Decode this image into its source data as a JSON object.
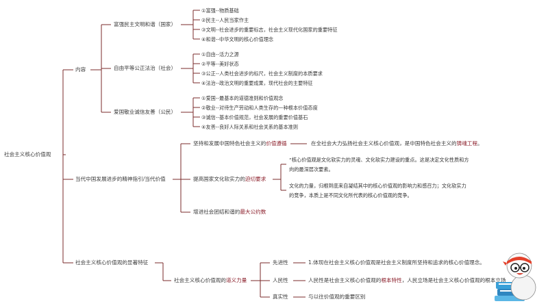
{
  "root": "社会主义核心价值观",
  "branches": {
    "content": {
      "label": "内容",
      "groups": [
        {
          "label": "富强民主文明和谐（国家）",
          "items": [
            "①富强--物质基础",
            "②民主--人民当家作主",
            "③文明--社会进步的重要标志，社会主义现代化国家的重要特征",
            "④和谐--中华文明的核心价值理念"
          ]
        },
        {
          "label": "自由平等公正法治（社会）",
          "items": [
            "①自由--活力之源",
            "②平等--美好状态",
            "③公正--人类社会进步的标尺，社会主义制度的本质要求",
            "④法治--政治文明的重要成果，现代社会的主要特征"
          ]
        },
        {
          "label": "爱国敬业诚信友善（公民）",
          "items": [
            "①爱国--最基本的道德准则和价值观念",
            "②敬业--对待生产劳动和人类生存的一种根本价值态度",
            "③诚信--基本价值规范，社会发展的重要价值基石",
            "④友善--良好人际关系和社会关系的基本准则"
          ]
        }
      ]
    },
    "guide": {
      "label": "当代中国发展进步的精神指引/当代价值",
      "items": [
        {
          "pre": "坚持和发展中国特色社会主义的",
          "em": "价值遵循",
          "detail_pre": "在全社会大力弘扬社会主义核心价值观，是中国特色社会主义的",
          "detail_em": "铸魂工程",
          "detail_post": "。"
        },
        {
          "pre": "提高国家文化软实力的",
          "em": "迫切要求",
          "quote_pre": "“核心价值观是文化软实力的灵魂、文化软实力建设的",
          "quote_em1": "重点",
          "quote_mid": "。这是决定",
          "quote_em2": "文化性质和方向的最深层次要素",
          "quote_post": "。",
          "para": "文化的力量，归根到底来自凝结其中的核心价值观的影响力和感召力；文化软实力的竞争，本质上是不同文化所代表的核心价值观的竞争。"
        },
        {
          "pre": "增进社会团结和谐的",
          "em": "最大公约数"
        }
      ]
    },
    "traits": {
      "label": "社会主义核心价值观的显著特征",
      "sub_pre": "社会主义核心价值观的",
      "sub_em": "道义力量",
      "items": [
        {
          "label": "先进性",
          "text_pre": "1.体现在社会主义核心价值观是社会主义制度所坚持和追求的核心价值理念。",
          "text_em": "",
          "text_post": ""
        },
        {
          "label": "人民性",
          "text_pre": "人民性是社会主义核心价值观的",
          "text_em": "根本特性",
          "text_post": "，人民立场是社会主义核心价值观的根本立场"
        },
        {
          "label": "真实性",
          "text_pre": "与以往价值观的重要区别",
          "text_em": "",
          "text_post": ""
        }
      ]
    }
  },
  "colors": {
    "line": "#7a2a2a",
    "emphasis": "#8b1e2a",
    "text": "#3a3a3a"
  },
  "mascot_icon": "cartoon-student-with-books"
}
